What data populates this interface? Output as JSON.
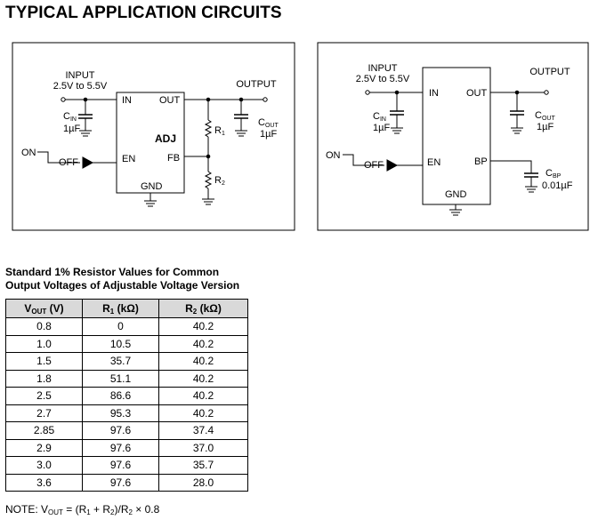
{
  "heading": "TYPICAL APPLICATION CIRCUITS",
  "circuit_left": {
    "input_label": "INPUT",
    "input_range": "2.5V to 5.5V",
    "output_label": "OUTPUT",
    "chip_name": "ADJ",
    "pin_in": "IN",
    "pin_out": "OUT",
    "pin_en": "EN",
    "pin_fb": "FB",
    "pin_gnd": "GND",
    "cin_main": "C",
    "cin_sub": "IN",
    "cin_value": "1µF",
    "cout_main": "C",
    "cout_sub": "OUT",
    "cout_value": "1µF",
    "r1_main": "R",
    "r1_sub": "1",
    "r2_main": "R",
    "r2_sub": "2",
    "on_label": "ON",
    "off_label": "OFF"
  },
  "circuit_right": {
    "input_label": "INPUT",
    "input_range": "2.5V to 5.5V",
    "output_label": "OUTPUT",
    "pin_in": "IN",
    "pin_out": "OUT",
    "pin_en": "EN",
    "pin_bp": "BP",
    "pin_gnd": "GND",
    "cin_main": "C",
    "cin_sub": "IN",
    "cin_value": "1µF",
    "cout_main": "C",
    "cout_sub": "OUT",
    "cout_value": "1µF",
    "cbp_main": "C",
    "cbp_sub": "BP",
    "cbp_value": "0.01µF",
    "on_label": "ON",
    "off_label": "OFF"
  },
  "table": {
    "caption_line1": "Standard 1% Resistor Values for Common",
    "caption_line2": "Output Voltages of Adjustable Voltage Version",
    "headers": [
      {
        "main": "V",
        "sub": "OUT",
        "unit": " (V)"
      },
      {
        "main": "R",
        "sub": "1",
        "unit": " (kΩ)"
      },
      {
        "main": "R",
        "sub": "2",
        "unit": " (kΩ)"
      }
    ],
    "rows": [
      [
        "0.8",
        "0",
        "40.2"
      ],
      [
        "1.0",
        "10.5",
        "40.2"
      ],
      [
        "1.5",
        "35.7",
        "40.2"
      ],
      [
        "1.8",
        "51.1",
        "40.2"
      ],
      [
        "2.5",
        "86.6",
        "40.2"
      ],
      [
        "2.7",
        "95.3",
        "40.2"
      ],
      [
        "2.85",
        "97.6",
        "37.4"
      ],
      [
        "2.9",
        "97.6",
        "37.0"
      ],
      [
        "3.0",
        "97.6",
        "35.7"
      ],
      [
        "3.6",
        "97.6",
        "28.0"
      ]
    ]
  },
  "note": {
    "prefix": "NOTE: V",
    "sub1": "OUT",
    "mid1": " = (R",
    "sub2": "1",
    "mid2": " + R",
    "sub3": "2",
    "mid3": ")/R",
    "sub4": "2",
    "suffix": " × 0.8"
  }
}
